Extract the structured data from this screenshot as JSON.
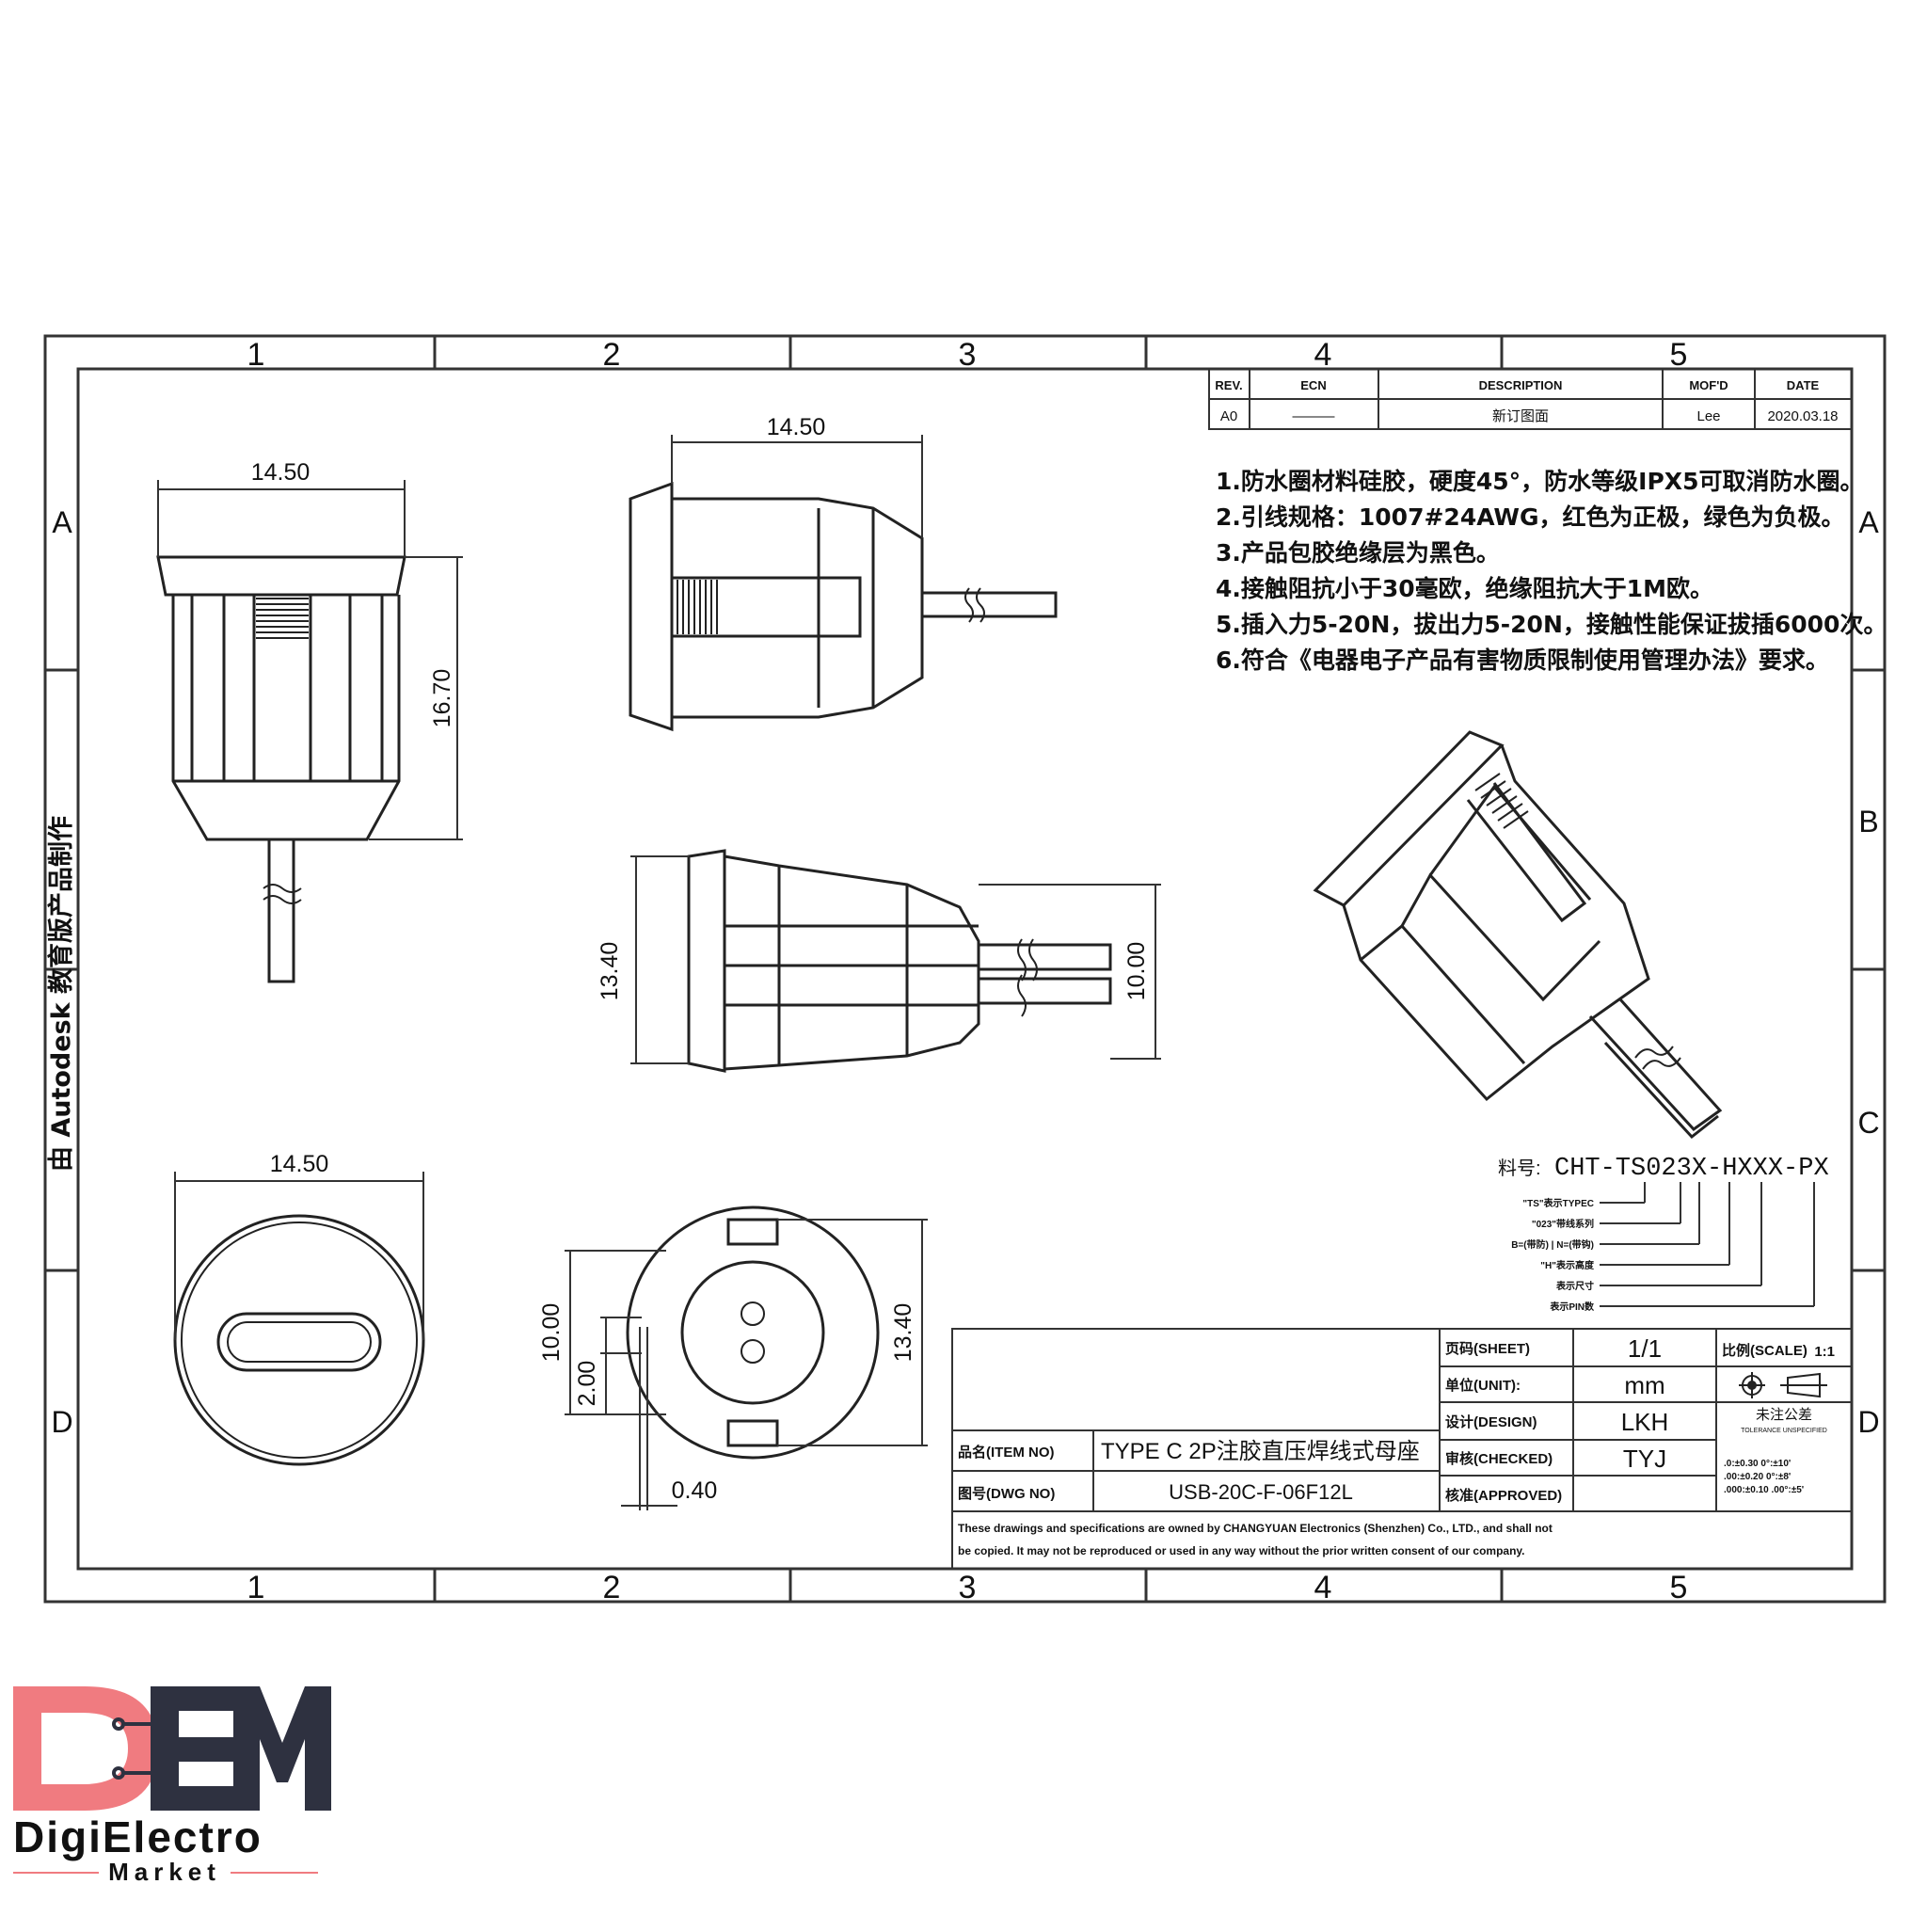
{
  "frame": {
    "columns": [
      "1",
      "2",
      "3",
      "4",
      "5"
    ],
    "rows": [
      "A",
      "B",
      "C",
      "D"
    ]
  },
  "side_watermark": "由 Autodesk 教育版产品制作",
  "revision_table": {
    "headers": [
      "REV.",
      "ECN",
      "DESCRIPTION",
      "MOF'D",
      "DATE"
    ],
    "row": [
      "A0",
      "———",
      "新订图面",
      "Lee",
      "2020.03.18"
    ]
  },
  "notes": [
    "1.防水圈材料硅胶，硬度45°，防水等级IPX5可取消防水圈。",
    "2.引线规格：1007#24AWG，红色为正极，绿色为负极。",
    "3.产品包胶绝缘层为黑色。",
    "4.接触阻抗小于30毫欧，绝缘阻抗大于1M欧。",
    "5.插入力5-20N，拔出力5-20N，接触性能保证拔插6000次。",
    "6.符合《电器电子产品有害物质限制使用管理办法》要求。"
  ],
  "dimensions": {
    "front_width": "14.50",
    "front_height": "16.70",
    "side_width": "14.50",
    "top_height": "13.40",
    "top_wire": "10.00",
    "circle_dia": "14.50",
    "rear_10": "10.00",
    "rear_2": "2.00",
    "rear_13": "13.40",
    "rear_040": "0.40"
  },
  "part_number": {
    "label": "料号:",
    "code": "CHT-TS023X-HXXX-PX",
    "legend": [
      "\"TS\"表示TYPEC",
      "\"023\"带线系列",
      "B=(带防) | N=(带钩)",
      "\"H\"表示高度",
      "表示尺寸",
      "表示PIN数"
    ]
  },
  "title_block": {
    "sheet_label": "页码(SHEET)",
    "sheet_value": "1/1",
    "scale_label": "比例(SCALE)",
    "scale_value": "1:1",
    "unit_label": "单位(UNIT):",
    "unit_value": "mm",
    "design_label": "设计(DESIGN)",
    "design_value": "LKH",
    "checked_label": "审核(CHECKED)",
    "checked_value": "TYJ",
    "approved_label": "核准(APPROVED)",
    "approved_value": "",
    "item_label": "品名(ITEM NO)",
    "item_value": "TYPE C 2P注胶直压焊线式母座",
    "dwg_label": "图号(DWG NO)",
    "dwg_value": "USB-20C-F-06F12L",
    "tolerance_title": "未注公差",
    "tolerance_sub": "TOLERANCE UNSPECIFIED",
    "tolerance_lines": [
      ".0:±0.30  0°:±10'",
      ".00:±0.20  0°:±8'",
      ".000:±0.10  .00°:±5'"
    ],
    "copyright": [
      "These drawings and specifications are owned by CHANGYUAN Electronics (Shenzhen) Co., LTD., and shall not",
      "be copied. It may not be reproduced or used in any way without the prior written consent of our company."
    ]
  },
  "logo": {
    "brand": "DigiElectro",
    "sub": "Market",
    "accent": "#f07b80",
    "dark": "#2e3140"
  }
}
